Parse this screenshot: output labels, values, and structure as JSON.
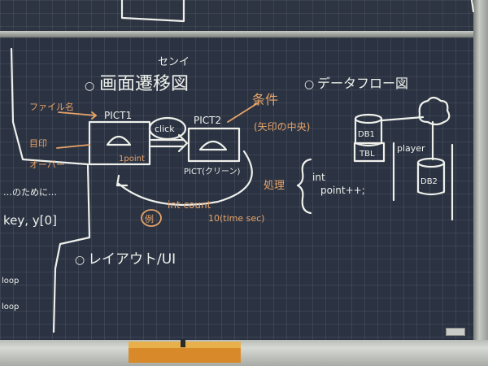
{
  "title": {
    "bullet": "○",
    "main": "画面遷移図",
    "reading": "センイ"
  },
  "pict1": {
    "label": "PICT1",
    "point_label": "1point",
    "arrow_note": "ファイル名",
    "side_note_1": "目印",
    "side_note_2": "オーバー"
  },
  "pict2": {
    "label": "PICT2",
    "click_label": "click",
    "below_label": "PICT(クリーン)"
  },
  "condition": {
    "label": "条件",
    "detail": "(矢印の中央)"
  },
  "processing": {
    "label": "処理",
    "var1": "int",
    "var2": "point++;"
  },
  "example": {
    "tag": "例",
    "code_1": "int count",
    "code_2": "10(time sec)"
  },
  "dataflow": {
    "bullet": "○",
    "title": "データフロー図",
    "db1": "DB1",
    "table": "TBL",
    "player": "player",
    "db2": "DB2"
  },
  "left_notes": {
    "line1": "…のために…",
    "line2": "key, y[0]",
    "line3": "loop",
    "line4": "loop"
  },
  "layout_section": {
    "bullet": "○",
    "label": "レイアウト/UI"
  }
}
